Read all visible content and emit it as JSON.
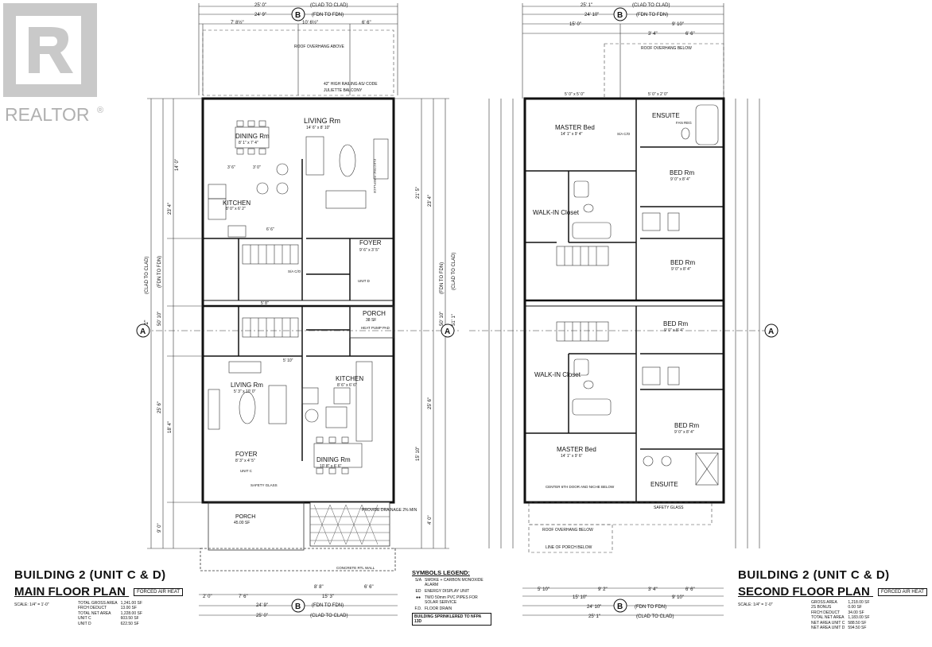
{
  "logo": {
    "text": "REALTOR",
    "mark": "®",
    "icon": "realtor-r-icon"
  },
  "main_plan": {
    "title": "BUILDING 2 (UNIT C & D)",
    "subtitle": "MAIN FLOOR PLAN",
    "heat_badge": "FORCED AIR HEAT",
    "scale": "SCALE: 1/4\" = 1'-0\"",
    "area_table": [
      [
        "TOTAL GROSS AREA",
        "1,241.00 SF"
      ],
      [
        "FRCH DEDUCT",
        "13.00 SF"
      ],
      [
        "TOTAL NET AREA",
        "1,228.00 SF"
      ],
      [
        "UNIT C",
        "603.50 SF"
      ],
      [
        "UNIT D",
        "622.50 SF"
      ]
    ],
    "top_dims": [
      "25' 0\"",
      "(CLAD TO CLAD)",
      "24' 9\"",
      "(FDN TO FDN)",
      "7' 8½\"",
      "10' 6½\"",
      "6' 6\""
    ],
    "bottom_dims": [
      "2' 0\"",
      "7' 6\"",
      "15' 3\"",
      "24' 9\"",
      "(FDN TO FDN)",
      "25' 0\"",
      "(CLAD TO CLAD)",
      "8' 8\"",
      "6' 6\""
    ],
    "left_dims": [
      "51' 1\"",
      "(CLAD TO CLAD)",
      "50' 10\"",
      "(FDN TO FDN)",
      "14' 0\"",
      "23' 4\"",
      "25' 6\"",
      "18' 4\"",
      "9' 0\""
    ],
    "right_dims": [
      "21' 5\"",
      "23' 4\"",
      "50' 10\"",
      "(FDN TO FDN)",
      "51' 1\"",
      "(CLAD TO CLAD)",
      "25' 6\"",
      "15' 10\"",
      "4' 0\""
    ],
    "rooms": [
      {
        "name": "LIVING Rm",
        "dim": "14' 6\" x 8' 10\""
      },
      {
        "name": "DINING Rm",
        "dim": "8' 1\" x 7' 4\""
      },
      {
        "name": "KITCHEN",
        "dim": "8' 0\" x 6' 2\""
      },
      {
        "name": "FOYER",
        "dim": "9' 6\" x 3' 5\""
      },
      {
        "name": "PORCH",
        "dim": "38 SF"
      },
      {
        "name": "LIVING Rm",
        "dim": "5' 3\" x 10' 0\""
      },
      {
        "name": "KITCHEN",
        "dim": "8' 6\" x 6' 6\""
      },
      {
        "name": "DINING Rm",
        "dim": "10' 8\" x 6' 6\""
      },
      {
        "name": "FOYER",
        "dim": "8' 3\" x 4' 5\""
      },
      {
        "name": "PORCH",
        "dim": "45.00 SF"
      }
    ],
    "notes": [
      "ROOF OVERHANG ABOVE",
      "42\" HIGH RAILING AS/ CODE",
      "JULIETTE BALCONY",
      "SAFETY GLASS",
      "ELECTRIC FIREPLACE",
      "PROVIDE DRAINAGE 2% MIN",
      "HEAT PUMP PAD",
      "UNIT C",
      "UNIT D",
      "S/A C/O",
      "CONCRETE RTL WALL",
      "6' 6\"",
      "5' 8\"",
      "3' 6\"",
      "3' 0\"",
      "5' 10\""
    ]
  },
  "second_plan": {
    "title": "BUILDING 2 (UNIT C & D)",
    "subtitle": "SECOND FLOOR PLAN",
    "heat_badge": "FORCED AIR HEAT",
    "scale": "SCALE: 1/4\" = 1'-0\"",
    "area_table": [
      [
        "GROSS AREA",
        "1,218.00 SF"
      ],
      [
        "2S BONUS",
        "0.00 SF"
      ],
      [
        "FRCH DEDUCT",
        "34.00 SF"
      ],
      [
        "TOTAL NET AREA",
        "1,183.00 SF"
      ],
      [
        "NET AREA UNIT C",
        "588.50 SF"
      ],
      [
        "NET AREA UNIT D",
        "594.50 SF"
      ]
    ],
    "top_dims": [
      "25' 1\"",
      "(CLAD TO CLAD)",
      "24' 10\"",
      "(FDN TO FDN)",
      "15' 0\"",
      "9' 10\"",
      "3' 4\"",
      "6' 6\""
    ],
    "bottom_dims": [
      "5' 10\"",
      "9' 2\"",
      "3' 4\"",
      "6' 6\"",
      "15' 10\"",
      "9' 10\"",
      "24' 10\"",
      "(FDN TO FDN)",
      "25' 1\"",
      "(CLAD TO CLAD)"
    ],
    "rooms": [
      {
        "name": "MASTER Bed",
        "dim": "14' 1\" x 9' 4\""
      },
      {
        "name": "ENSUITE",
        "dim": ""
      },
      {
        "name": "BED Rm",
        "dim": "9' 0\" x 8' 4\""
      },
      {
        "name": "WALK-IN Closet",
        "dim": ""
      },
      {
        "name": "BED Rm",
        "dim": "9' 0\" x 8' 4\""
      },
      {
        "name": "BED Rm",
        "dim": "9' 0\" x 8' 4\""
      },
      {
        "name": "WALK-IN Closet",
        "dim": ""
      },
      {
        "name": "BED Rm",
        "dim": "9' 0\" x 8' 4\""
      },
      {
        "name": "MASTER Bed",
        "dim": "14' 1\" x 9' 6\""
      },
      {
        "name": "ENSUITE",
        "dim": ""
      }
    ],
    "notes": [
      "ROOF OVERHANG BELOW",
      "SAFETY GLASS",
      "CENTER 6TH DOOR AND NICHE BELOW",
      "LINE OF PORCH BELOW",
      "FAN REG",
      "S/A C/O",
      "5' 0\" x 5' 0\"",
      "5' 0\" x 2' 0\""
    ]
  },
  "grid_markers": {
    "a": "A",
    "b": "B"
  },
  "legend": {
    "title": "SYMBOLS LEGEND:",
    "items": [
      {
        "symbol": "S/A",
        "text": "SMOKE + CARBON MONOXIDE ALARM"
      },
      {
        "symbol": "ED",
        "text": "ENERGY DISPLAY UNIT"
      },
      {
        "symbol": "●●",
        "text": "TWO 50mm PVC PIPES FOR SOLAR SERVICE"
      },
      {
        "symbol": "F.D.",
        "text": "FLOOR DRAIN"
      }
    ],
    "sprinkler_note": "BUILDING SPRINKLERED TO NFPA 13D"
  }
}
